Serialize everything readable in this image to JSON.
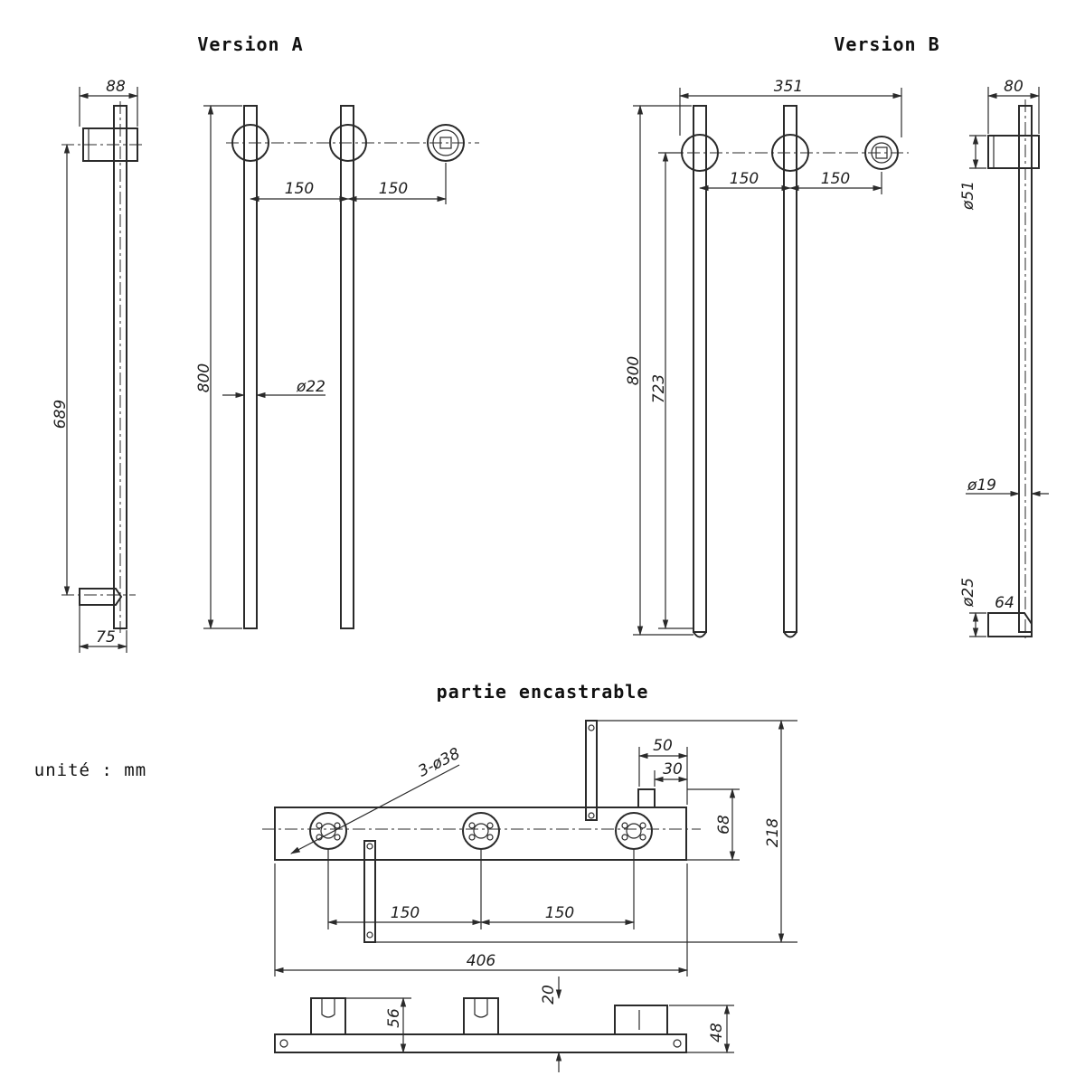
{
  "headings": {
    "version_a": "Version A",
    "version_b": "Version B",
    "embedded": "partie encastrable",
    "unit": "unité : mm"
  },
  "version_a": {
    "width_side": "88",
    "height_side": "689",
    "bottom_side": "75",
    "height_front": "800",
    "spacing_1": "150",
    "spacing_2": "150",
    "diameter": "ø22"
  },
  "version_b": {
    "total_width": "351",
    "height_total": "800",
    "height_inner": "723",
    "spacing_1": "150",
    "spacing_2": "150",
    "side_width": "80",
    "diameter_flange": "ø51",
    "diameter_bar": "ø19",
    "diameter_foot": "ø25",
    "foot_length": "64"
  },
  "embedded": {
    "holes": "3-ø38",
    "dim_50": "50",
    "dim_30": "30",
    "dim_68": "68",
    "dim_218": "218",
    "spacing_1": "150",
    "spacing_2": "150",
    "total_length": "406",
    "dim_20": "20",
    "dim_56": "56",
    "dim_48": "48"
  }
}
